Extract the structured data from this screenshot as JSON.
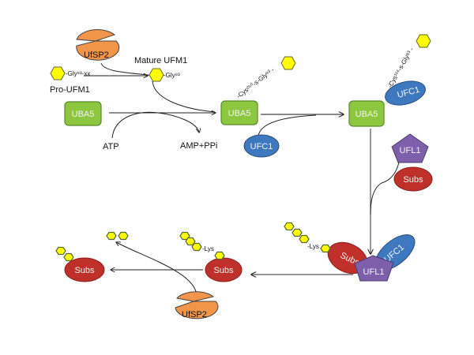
{
  "title": "UFM1 conjugation pathway",
  "labels": {
    "ufsp2": "UfSP2",
    "uba5": "UBA5",
    "ufc1": "UFC1",
    "ufl1": "UFL1",
    "subs": "Subs",
    "pro_ufm1": "Pro-UFM1",
    "mature_ufm1": "Mature UFM1",
    "gly_xx": "-Gly⁸³-xx",
    "gly": "-Gly⁸³",
    "atp": "ATP",
    "amp_ppi": "AMP+PPi",
    "cys250": "-Cys²⁵⁰-s-Gly⁸³ -",
    "cys116": "-Cys¹¹⁶-s-Gly⁸³ -",
    "lys": "-Lys",
    "lys2": "-Lys"
  },
  "colors": {
    "ufsp2": "#f0954a",
    "uba5": "#8dc63f",
    "ufc1": "#3e78bf",
    "ufl1": "#7d5fab",
    "subs": "#c0302b",
    "ufm1": "#ffff00"
  }
}
